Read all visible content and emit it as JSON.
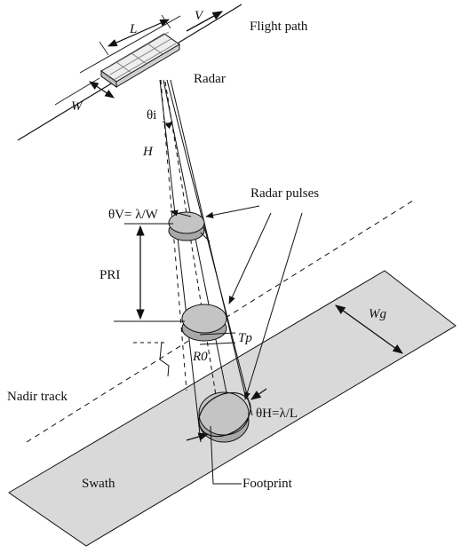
{
  "labels": {
    "flight_path": "Flight path",
    "radar": "Radar",
    "L": "L",
    "V": "V",
    "W": "W",
    "H": "H",
    "theta_i": "θi",
    "theta_v": "θV= λ/W",
    "radar_pulses": "Radar pulses",
    "pri": "PRI",
    "wg": "Wg",
    "tp": "Tp",
    "r0": "R0",
    "nadir_track": "Nadir track",
    "theta_h": "θH=λ/L",
    "swath": "Swath",
    "footprint": "Footprint"
  },
  "colors": {
    "swath_fill": "#d9d9d9",
    "pulse_fill": "#c4c4c4",
    "antenna_fill": "#eeeeee",
    "ink": "#111111"
  }
}
